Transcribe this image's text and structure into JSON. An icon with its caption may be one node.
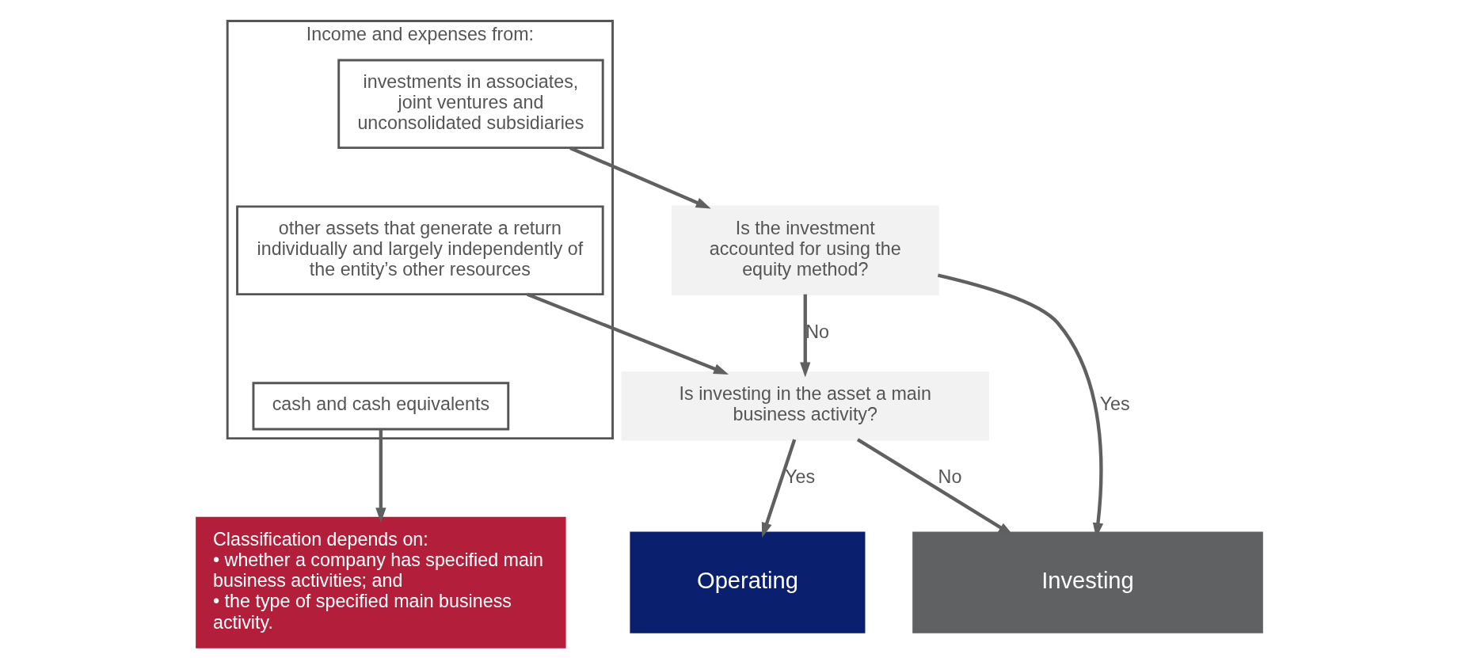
{
  "diagram": {
    "nodes": [
      {
        "text": [
          "Income and expenses from:"
        ]
      },
      {
        "text": [
          "cash and cash equivalents"
        ],
        "in": 0
      },
      {
        "text": [
          "investments in associates, joint ventures and unconsolidated subsidiaries"
        ],
        "in": 0
      },
      {
        "text": [
          "other assets that generate a return individually and largely independently of the entity’s other resources"
        ],
        "in": 0
      },
      {
        "text": [
          "Is the investment accounted for using the equity method?"
        ]
      },
      {
        "text": [
          "Is investing in the asset a main business activity?"
        ]
      },
      {
        "text": [
          "Classification depends on:",
          "• whether a company has specified main business activities; and",
          "• the type of specified main business activity."
        ]
      },
      {
        "text": [
          "Investing"
        ]
      },
      {
        "text": [
          "Operating"
        ]
      }
    ],
    "edges": [
      {
        "from": 1,
        "to": 6,
        "arrow": "to"
      },
      {
        "from": 2,
        "to": 4,
        "arrow": "to"
      },
      {
        "from": 3,
        "to": 5,
        "arrow": "to"
      },
      {
        "from": 4,
        "to": 5,
        "label": "No",
        "arrow": "to"
      },
      {
        "from": 4,
        "to": 7,
        "label": "Yes",
        "arrow": "to"
      },
      {
        "from": 5,
        "to": 7,
        "label": "No",
        "arrow": "to"
      },
      {
        "from": 5,
        "to": 8,
        "label": "Yes",
        "arrow": "to"
      }
    ]
  }
}
